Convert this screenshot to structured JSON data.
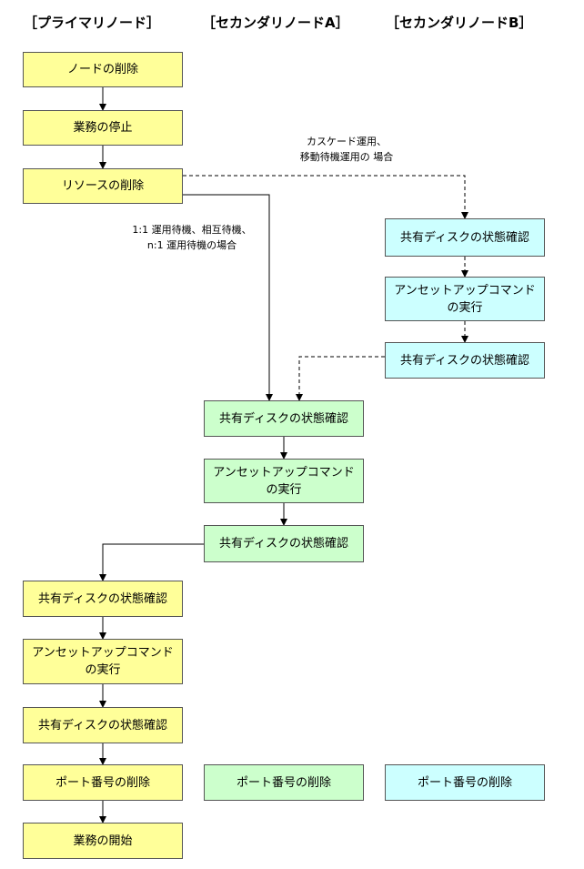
{
  "headers": {
    "primary": "［プライマリノード］",
    "secondary_a": "［セカンダリノードA］",
    "secondary_b": "［セカンダリノードB］"
  },
  "primary_nodes": {
    "remove_node": "ノードの削除",
    "stop_service": "業務の停止",
    "remove_resource": "リソースの削除",
    "check_disk_1": "共有ディスクの状態確認",
    "unsetup_line1": "アンセットアップコマンド",
    "unsetup_line2": "の実行",
    "check_disk_2": "共有ディスクの状態確認",
    "remove_port": "ポート番号の削除",
    "start_service": "業務の開始"
  },
  "secondary_a_nodes": {
    "check_disk_1": "共有ディスクの状態確認",
    "unsetup_line1": "アンセットアップコマンド",
    "unsetup_line2": "の実行",
    "check_disk_2": "共有ディスクの状態確認",
    "remove_port": "ポート番号の削除"
  },
  "secondary_b_nodes": {
    "check_disk_1": "共有ディスクの状態確認",
    "unsetup_line1": "アンセットアップコマンド",
    "unsetup_line2": "の実行",
    "check_disk_2": "共有ディスクの状態確認",
    "remove_port": "ポート番号の削除"
  },
  "notes": {
    "cascade_line1": "カスケード運用、",
    "cascade_line2": "移動待機運用の 場合",
    "standby_line1": "1:1 運用待機、相互待機、",
    "standby_line2": "n:1 運用待機の場合"
  },
  "colors": {
    "primary_fill": "#ffff99",
    "secondary_a_fill": "#ccffcc",
    "secondary_b_fill": "#ccffff"
  }
}
